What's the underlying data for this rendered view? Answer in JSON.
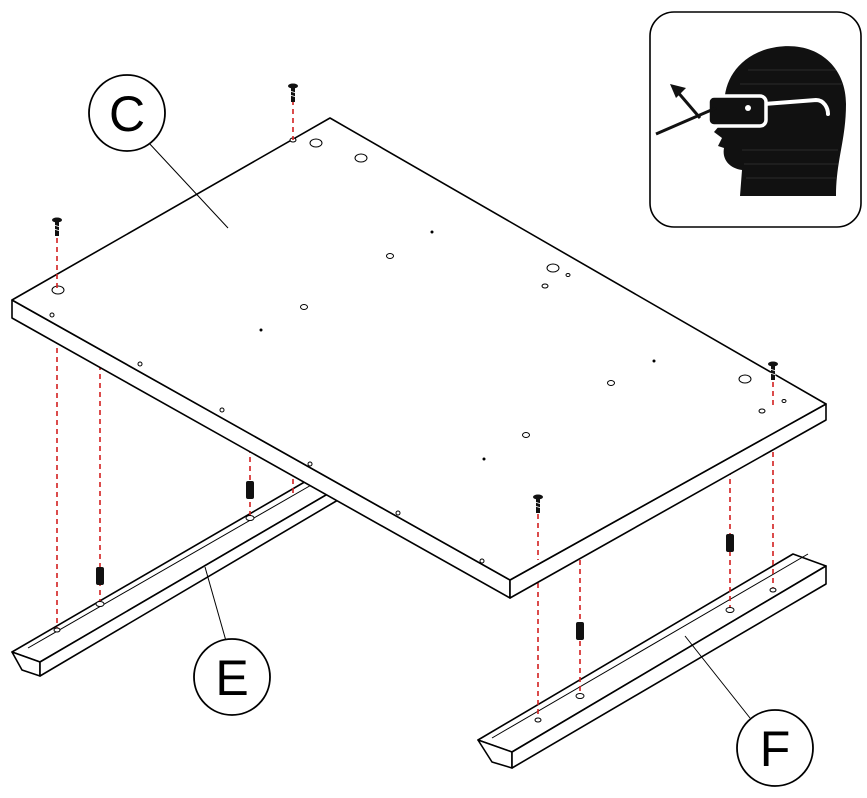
{
  "labels": {
    "top_panel": "C",
    "left_rail": "E",
    "right_rail": "F"
  },
  "icons": {
    "safety": "safety-glasses-icon",
    "screw": "screw-icon",
    "dowel": "dowel-icon"
  },
  "colors": {
    "line": "#000000",
    "guide": "#d21f1f",
    "background": "#ffffff"
  }
}
